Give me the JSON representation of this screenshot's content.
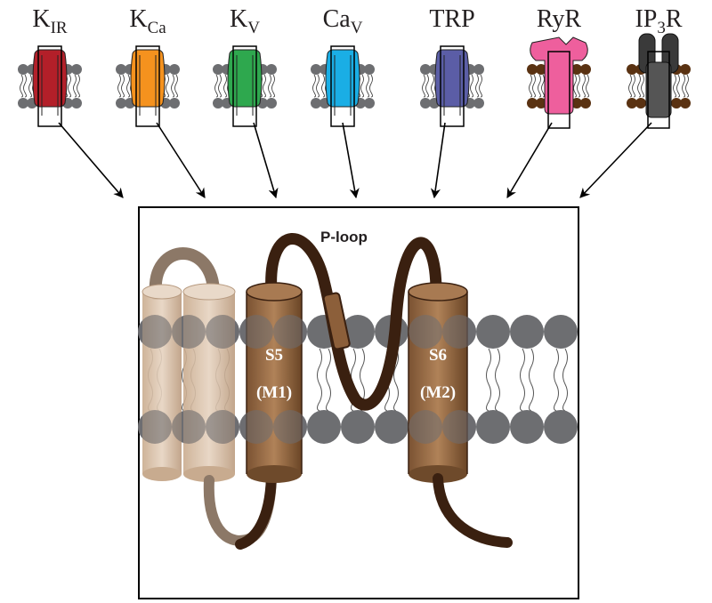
{
  "channels": [
    {
      "base": "K",
      "sub": "IR",
      "trail": "",
      "color": "#b3202a",
      "kind": "pm"
    },
    {
      "base": "K",
      "sub": "Ca",
      "trail": "",
      "color": "#f5921e",
      "kind": "pm"
    },
    {
      "base": "K",
      "sub": "V",
      "trail": "",
      "color": "#2fa84f",
      "kind": "pm"
    },
    {
      "base": "Ca",
      "sub": "V",
      "trail": "",
      "color": "#1aaee5",
      "kind": "pm"
    },
    {
      "base": "TRP",
      "sub": "",
      "trail": "",
      "color": "#5b5ea6",
      "kind": "pm"
    },
    {
      "base": "RyR",
      "sub": "",
      "trail": "",
      "color": "#ee5f9d",
      "kind": "er"
    },
    {
      "base": "IP",
      "sub": "3",
      "trail": "R",
      "color": "#58595b",
      "kind": "er"
    }
  ],
  "domain": {
    "ploop_label": "P-loop",
    "s5_label": "S5",
    "m1_label": "(M1)",
    "s6_label": "S6",
    "m2_label": "(M2)"
  },
  "colors": {
    "lipid_head": "#6d6e71",
    "er_head": "#5a3212",
    "helix": "#a87a52",
    "helix_dark": "#6e4a2b",
    "helix_light": "#d7bea6",
    "loop": "#3a2010",
    "loop_light": "#8c7867"
  }
}
